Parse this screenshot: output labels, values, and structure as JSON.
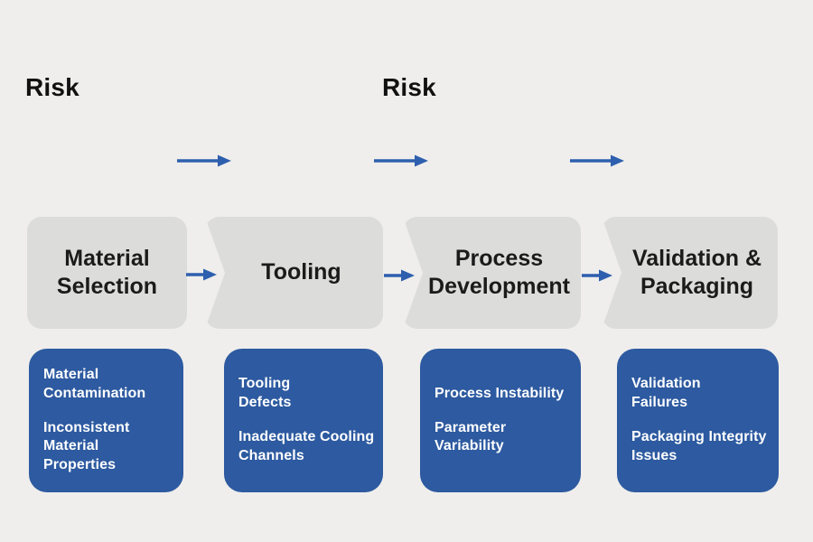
{
  "palette": {
    "background": "#efeeec",
    "stage_box": "#dcdcda",
    "risk_box": "#2d5aa0",
    "arrow": "#2e5fae",
    "icon": "#2b4d92",
    "stage_text": "#1b1b1b",
    "risk_text": "#ffffff",
    "label_text": "#111111"
  },
  "risk_labels": {
    "first": "Risk",
    "second": "Risk"
  },
  "stages": [
    {
      "label": "Material Selection",
      "icon": "material-container-icon",
      "risks": [
        "Material\nContamination",
        "Inconsistent\nMaterial\nProperties"
      ]
    },
    {
      "label": "Tooling",
      "icon": "tooling-machine-icon",
      "risks": [
        "Tooling\nDefects",
        "Inadequate Cooling\nChannels"
      ]
    },
    {
      "label": "Process Development",
      "icon": "mold-press-icon",
      "risks": [
        "Process Instability",
        "Parameter Variability"
      ]
    },
    {
      "label": "Validation & Packaging",
      "icon": "gear-impeller-icon",
      "risks": [
        "Validation\nFailures",
        "Packaging Integrity\nIssues"
      ]
    }
  ]
}
